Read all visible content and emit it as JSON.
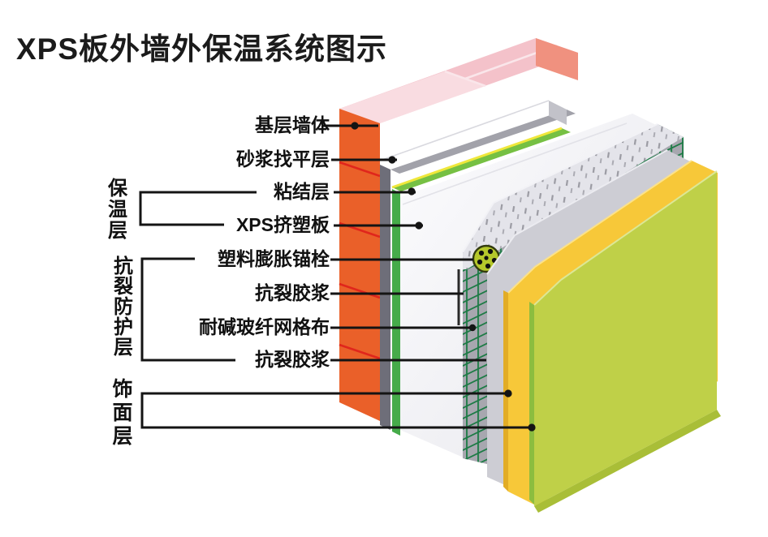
{
  "title": "XPS板外墙外保温系统图示",
  "diagram": {
    "layer_labels": [
      {
        "id": "base-wall",
        "text": "基层墙体"
      },
      {
        "id": "leveling",
        "text": "砂浆找平层"
      },
      {
        "id": "bonding",
        "text": "粘结层"
      },
      {
        "id": "xps-board",
        "text": "XPS挤塑板"
      },
      {
        "id": "anchor-bolt",
        "text": "塑料膨胀锚栓"
      },
      {
        "id": "crack-mortar-1",
        "text": "抗裂胶浆"
      },
      {
        "id": "fiberglass-mesh",
        "text": "耐碱玻纤网格布"
      },
      {
        "id": "crack-mortar-2",
        "text": "抗裂胶浆"
      }
    ],
    "group_labels": [
      {
        "id": "insulation-layer",
        "text": "保温层"
      },
      {
        "id": "crack-protection-layer",
        "text": "抗裂防护层"
      },
      {
        "id": "finish-layer",
        "text": "饰面层"
      }
    ]
  },
  "colors": {
    "line_black": "#141414",
    "wall_orange": "#EA6029",
    "brick_red": "#E0261C",
    "wall_top_pink": "#F4C2CA",
    "wall_top_pink_light": "#F9DCE1",
    "wall_end_salmon": "#F0917F",
    "mortar_white": "#FFFFFF",
    "mortar_shade": "#A2A2AA",
    "mortar_end": "#C2C2C9",
    "mortar_strip": "#6E6E79",
    "bond_yellow": "#EFE73B",
    "bond_green": "#76C043",
    "bond_strip": "#46AB4A",
    "xps_white": "#FAFAFC",
    "xps_shade": "#E9E9EE",
    "coat_face": "#A7A7AF",
    "coat_bevel": "#E4E4EA",
    "coat_speckle": "#9B9BA3",
    "mesh_green": "#1E7B46",
    "panel_gray": "#CDCDD4",
    "finish_yellow": "#F7C839",
    "finish_yellow_edge": "#E2AC26",
    "finish_lime": "#BFD048",
    "finish_lime_edge": "#8CBD3F",
    "finish_lime_bottom": "#A9BE37",
    "anchor_green": "#B5C82B"
  }
}
